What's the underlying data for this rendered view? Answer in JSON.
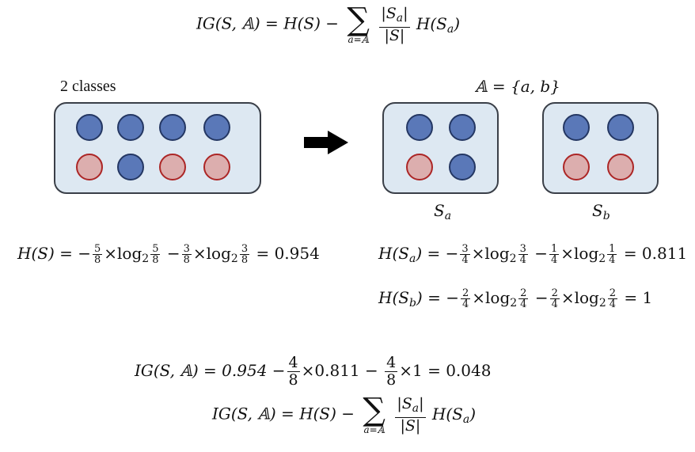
{
  "formula": {
    "lhs": "IG(S, 𝔸) =",
    "hs": "H(S) −",
    "sigma": "∑",
    "limit": "a=𝔸",
    "num": "|S",
    "num_sub": "a",
    "num_close": "|",
    "den": "|S|",
    "tail": "H(S",
    "tail_sub": "a",
    "tail_close": ")"
  },
  "left_label": "2 classes",
  "set_label": "𝔸 = {a, b}",
  "sa_label": "S",
  "sa_sub": "a",
  "sb_label": "S",
  "sb_sub": "b",
  "hs_eq": {
    "lhs": "H(S) =",
    "t1_sign": "−",
    "t1_num": "5",
    "t1_den": "8",
    "log": "×log",
    "log_sub": "2",
    "t1_num2": "5",
    "t1_den2": "8",
    "t2_sign": "−",
    "t2_num": "3",
    "t2_den": "8",
    "t2_num2": "3",
    "t2_den2": "8",
    "result": "= 0.954"
  },
  "hsa_eq": {
    "lhs": "H(S",
    "lhs_sub": "a",
    "lhs_close": ") =",
    "t1_sign": "−",
    "t1_num": "3",
    "t1_den": "4",
    "t1_num2": "3",
    "t1_den2": "4",
    "t2_sign": "−",
    "t2_num": "1",
    "t2_den": "4",
    "t2_num2": "1",
    "t2_den2": "4",
    "log": "×log",
    "log_sub": "2",
    "result": "= 0.811"
  },
  "hsb_eq": {
    "lhs": "H(S",
    "lhs_sub": "b",
    "lhs_close": ") =",
    "t1_sign": "−",
    "t1_num": "2",
    "t1_den": "4",
    "t1_num2": "2",
    "t1_den2": "4",
    "t2_sign": "−",
    "t2_num": "2",
    "t2_den": "4",
    "t2_num2": "2",
    "t2_den2": "4",
    "log": "×log",
    "log_sub": "2",
    "result": "= 1"
  },
  "ig_eq": {
    "lhs": "IG(S, 𝔸) = 0.954 −",
    "f1_num": "4",
    "f1_den": "8",
    "t1": "×0.811 −",
    "f2_num": "4",
    "f2_den": "8",
    "t2": "×1 = 0.048"
  },
  "colors": {
    "blue": "#5a78b8",
    "red": "#dcaeae",
    "box": "#dde8f2",
    "arrow": "#000000"
  }
}
